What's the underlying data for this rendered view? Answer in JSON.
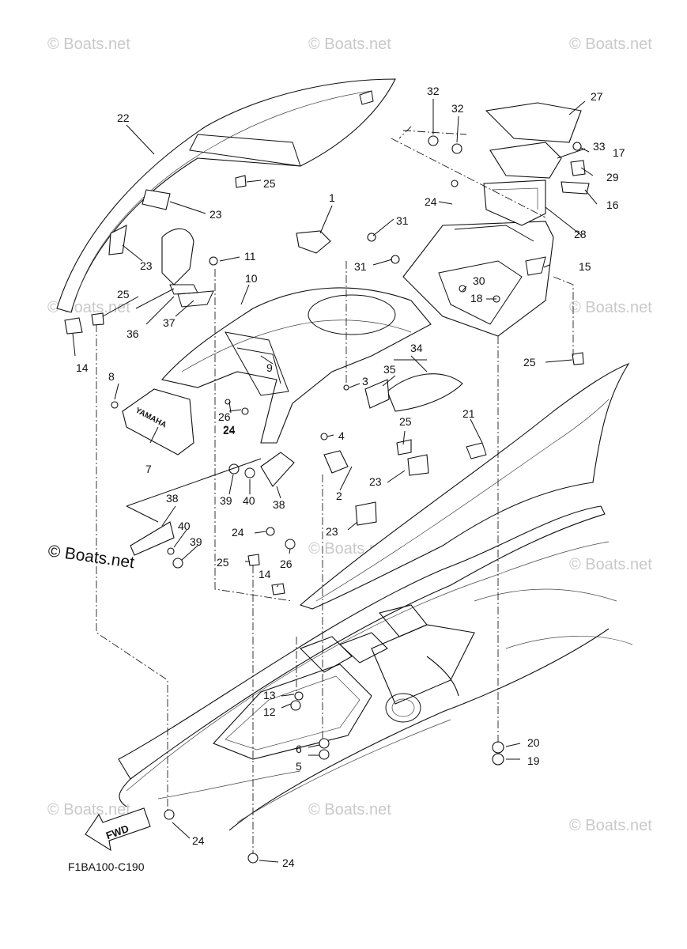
{
  "diagram_code": "F1BA100-C190",
  "copyright_text": "© Boats.net",
  "watermark_text": "© Boats.net",
  "fwd_label": "FWD",
  "callouts": [
    "1",
    "2",
    "3",
    "4",
    "5",
    "6",
    "7",
    "8",
    "9",
    "10",
    "11",
    "12",
    "13",
    "14",
    "14",
    "15",
    "16",
    "17",
    "18",
    "19",
    "20",
    "21",
    "22",
    "23",
    "23",
    "23",
    "23",
    "24",
    "24",
    "24",
    "24",
    "24",
    "24",
    "25",
    "25",
    "25",
    "25",
    "25",
    "26",
    "26",
    "27",
    "28",
    "29",
    "30",
    "31",
    "31",
    "32",
    "32",
    "33",
    "34",
    "35",
    "36",
    "37",
    "38",
    "38",
    "39",
    "39",
    "40",
    "40"
  ],
  "badge_text": "YAMAHA"
}
